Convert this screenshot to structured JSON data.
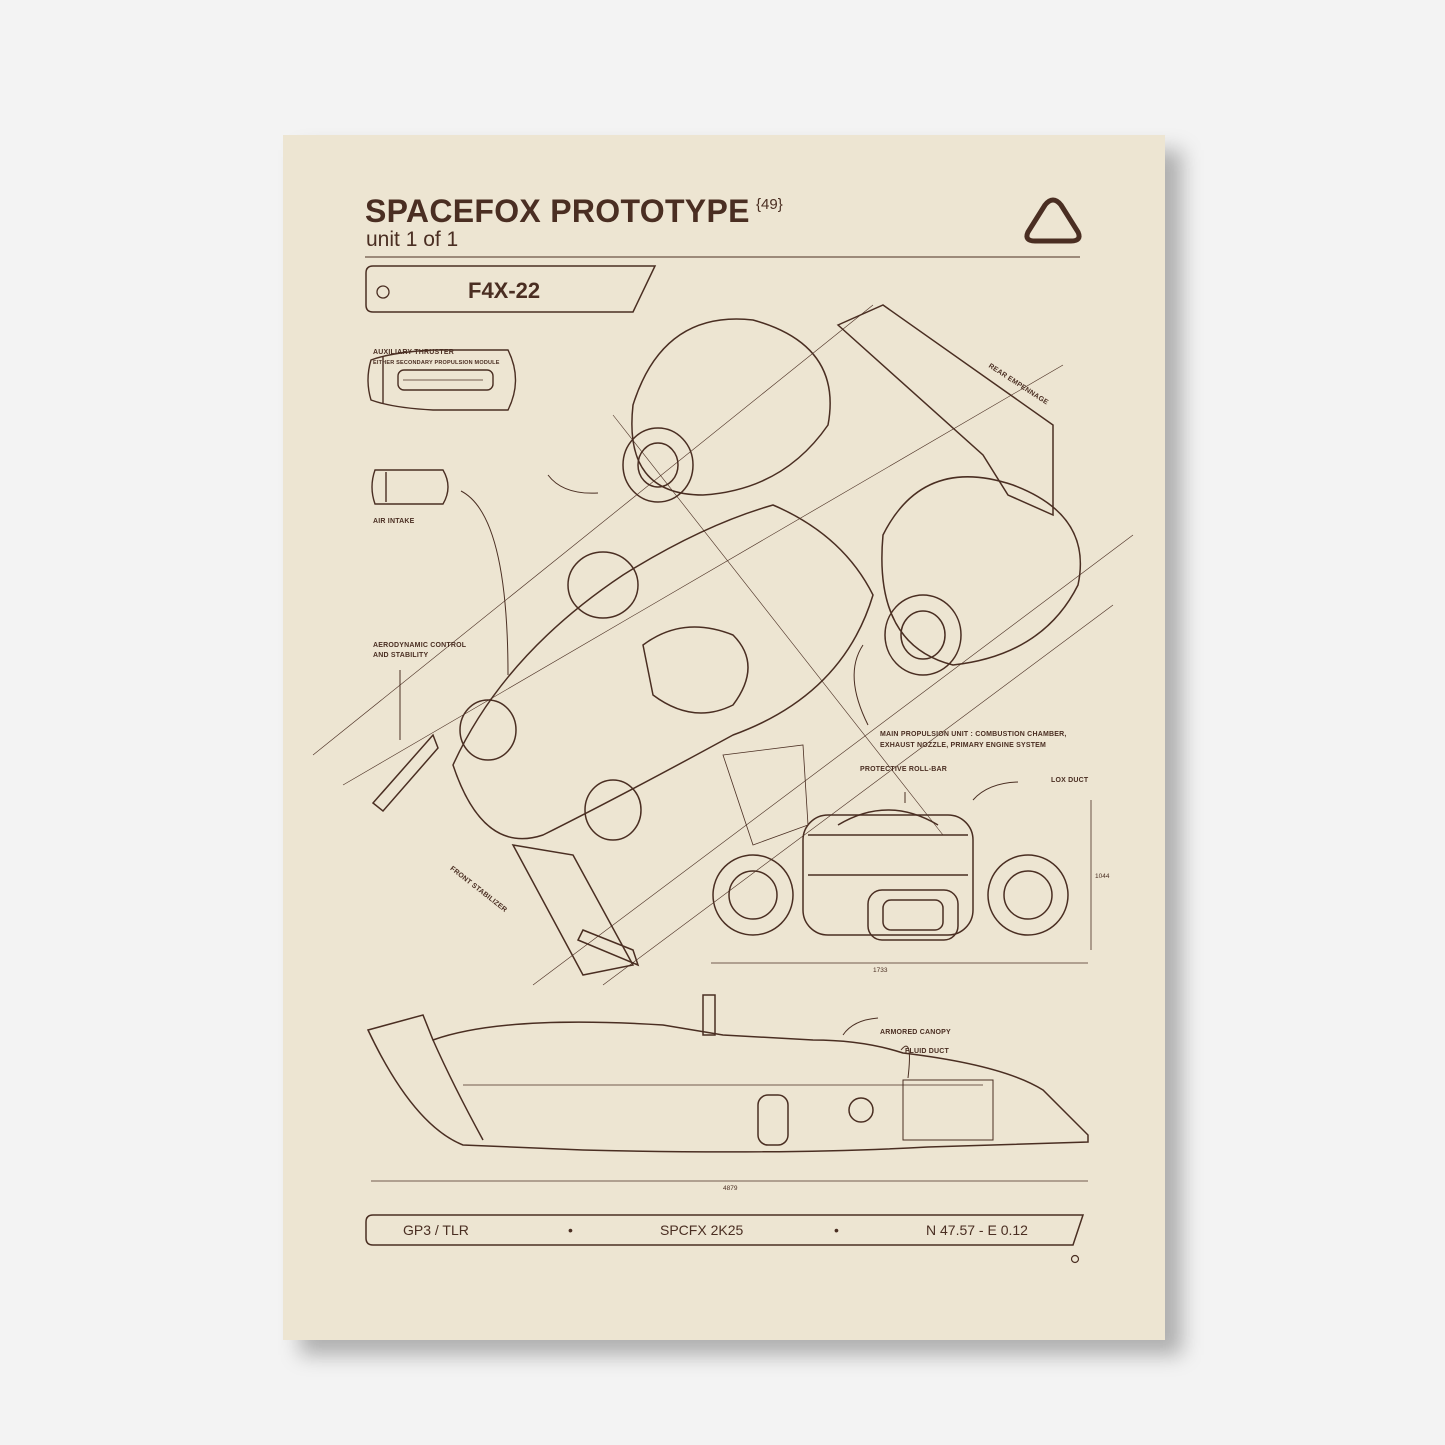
{
  "header": {
    "title": "SPACEFOX PROTOTYPE",
    "edition": "{49}",
    "subtitle": "unit 1 of 1",
    "model": "F4X-22"
  },
  "labels": {
    "aux_thruster": "AUXILIARY THRUSTER",
    "aux_thruster_desc": "EITHER SECONDARY PROPULSION MODULE",
    "air_intake": "AIR INTAKE",
    "aero_1": "AERODYNAMIC CONTROL",
    "aero_2": "AND STABILITY",
    "rear_empennage": "REAR EMPENNAGE",
    "front_stabilizer": "FRONT STABILIZER",
    "main_prop_1": "MAIN PROPULSION UNIT : COMBUSTION CHAMBER,",
    "main_prop_2": "EXHAUST NOZZLE, PRIMARY ENGINE SYSTEM",
    "roll_bar": "PROTECTIVE ROLL-BAR",
    "lox_duct": "LOX DUCT",
    "armored_canopy": "ARMORED CANOPY",
    "fluid_duct": "FLUID DUCT"
  },
  "dimensions": {
    "height": "1044",
    "width": "1733",
    "length": "4879"
  },
  "footer": {
    "left": "GP3 / TLR",
    "center": "SPCFX 2K25",
    "right": "N 47.57 - E 0.12",
    "separator": "•"
  },
  "colors": {
    "paper": "#ede5d2",
    "ink": "#4a2e22",
    "background": "#f3f3f3"
  }
}
